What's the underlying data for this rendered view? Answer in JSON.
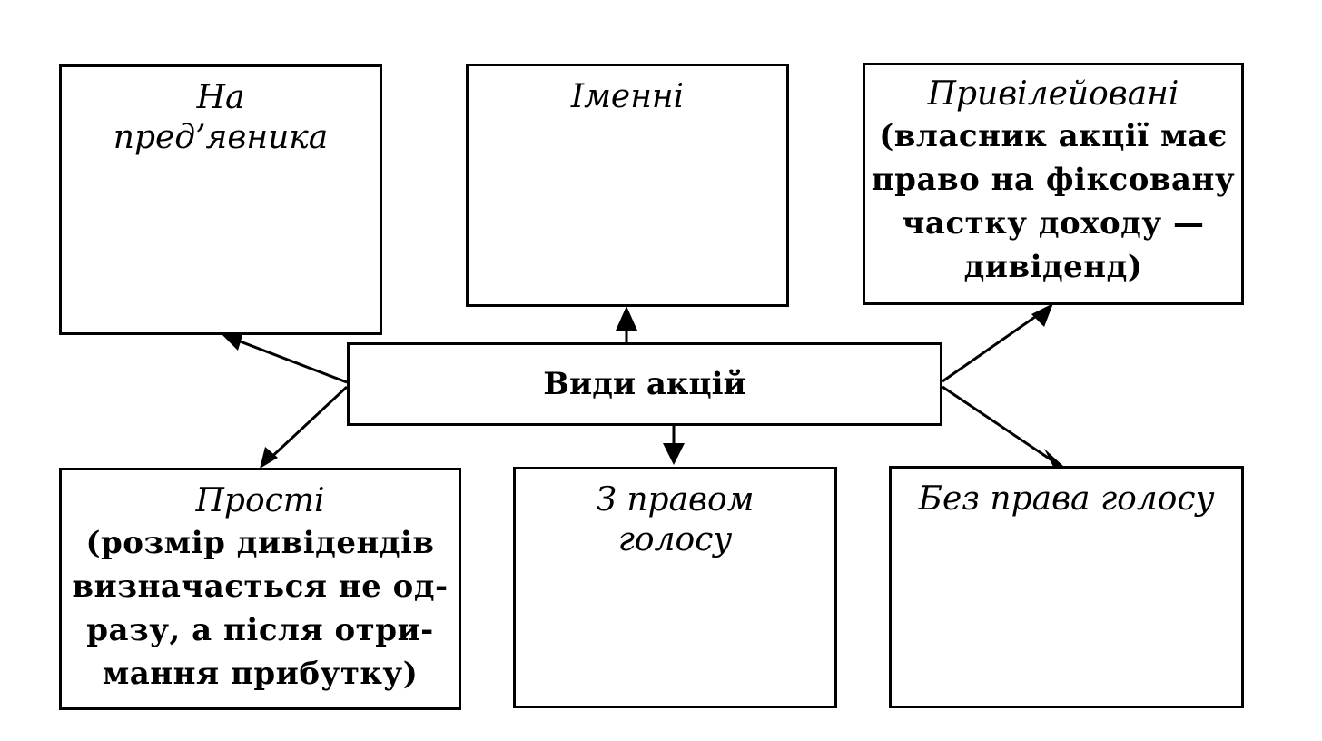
{
  "center": {
    "label": "Види акцій"
  },
  "boxes": {
    "bearer": {
      "title_line1": "На",
      "title_line2": "пред’явника"
    },
    "registered": {
      "title": "Іменні"
    },
    "preferred": {
      "title": "Привілейовані",
      "desc": [
        "(власник акції має",
        "право на фіксовану",
        "частку доходу —",
        "дивіденд)"
      ]
    },
    "common": {
      "title": "Прості",
      "desc": [
        "(розмір дивідендів",
        "визначається не од-",
        "разу, а після отри-",
        "мання прибутку)"
      ]
    },
    "voting": {
      "title_line1": "З правом",
      "title_line2": "голосу"
    },
    "nonvoting": {
      "title": "Без права голосу"
    }
  }
}
